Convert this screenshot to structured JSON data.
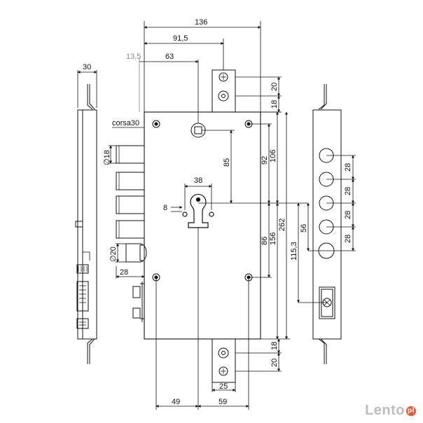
{
  "dims": {
    "d136": "136",
    "d91_5": "91,5",
    "d13_5": "13,5",
    "d63": "63",
    "d30": "30",
    "corsa": "corsa30",
    "dia18": "∅18",
    "dia20": "∅20",
    "d28_small": "28",
    "d85": "85",
    "d38": "38",
    "d8": "8",
    "d92": "92",
    "d106": "106",
    "d86": "86",
    "d156": "156",
    "d262": "262",
    "d115_3": "115,3",
    "d56": "56",
    "d20_top": "20",
    "d18_top": "18",
    "d18_bot": "18",
    "d20_bot": "20",
    "d25": "25",
    "d49": "49",
    "d59": "59",
    "d28_a": "28",
    "d28_b": "28",
    "d28_c": "28",
    "d28_d": "28"
  },
  "watermark": "Lento",
  "watermark_mark": "pl"
}
